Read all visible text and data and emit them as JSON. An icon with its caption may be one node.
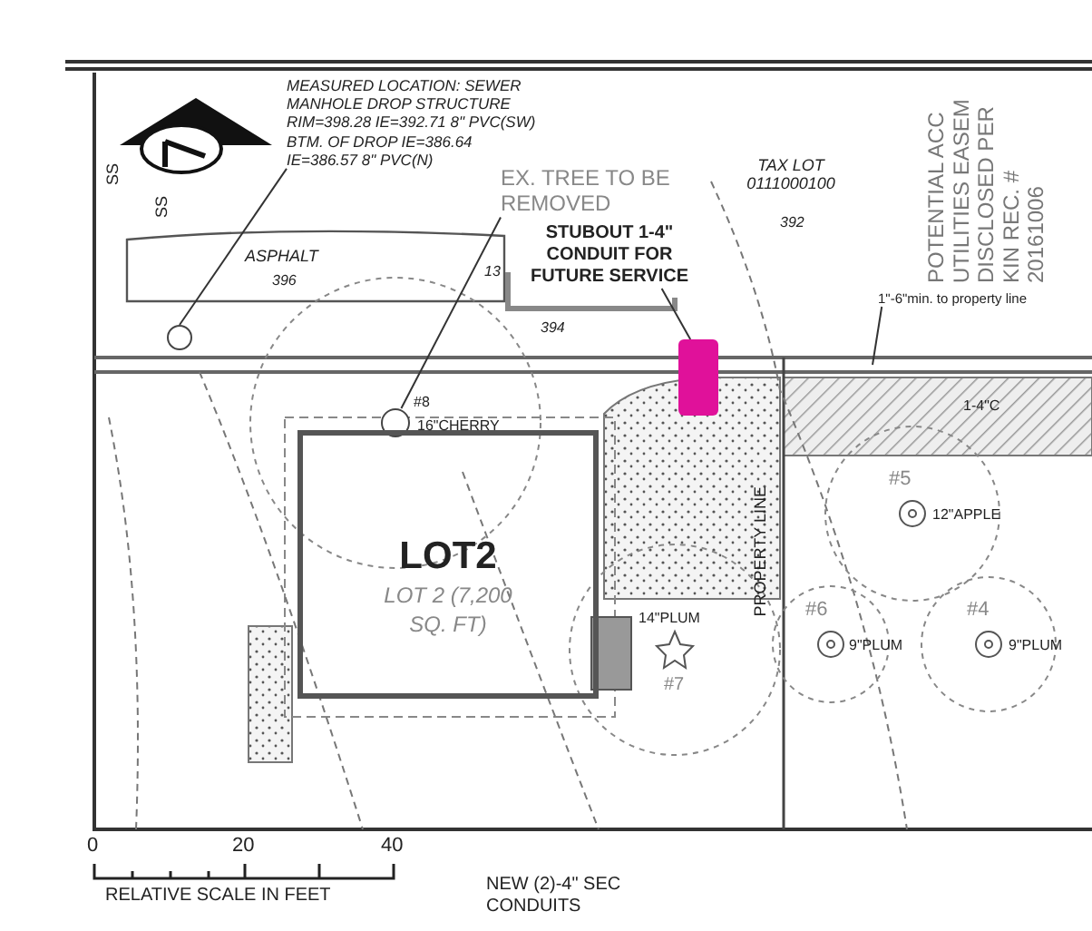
{
  "diagram": {
    "nodes": [
      {
        "text": [
          "MEASURED LOCATION: SEWER MANHOLE DROP STRUCTURE RIM=398.28 IE=392.71 8\" PVC(SW) BTM. OF DROP IE=386.64 IE=386.57 8\" PVC(N)"
        ]
      },
      {
        "text": [],
        "shape": "circle"
      },
      {
        "text": [
          "EX. TREE TO BE REMOVED"
        ]
      },
      {
        "text": [],
        "shape": "circle"
      },
      {
        "text": [
          "STUBOUT 1-4\" CONDUIT FOR FUTURE SERVICE"
        ]
      },
      {
        "text": [],
        "shape": "box"
      },
      {
        "text": [
          "1\"-6\"min. to property line"
        ]
      },
      {
        "text": [
          "LOT2",
          "LOT 2 (7,200 SQ. FT)"
        ]
      }
    ],
    "edges": [
      {
        "from": 0,
        "to": 1,
        "arrow": "none"
      },
      {
        "from": 2,
        "to": 3,
        "arrow": "none"
      },
      {
        "from": 4,
        "to": 5,
        "arrow": "none"
      },
      {
        "from": 6,
        "to": null,
        "arrow": "none"
      }
    ],
    "labels": [
      "SS",
      "SS",
      "ASPHALT",
      "396",
      "13",
      "394",
      "TAX LOT 0111000100",
      "392",
      "POTENTIAL ACC UTILITIES EASEM DISCLOSED PER KIN REC. # 20161006",
      "#8",
      "16\"CHERRY",
      "1-4\"C",
      "PROPERTY LINE",
      "#5",
      "12\"APPLE",
      "14\"PLUM",
      "#7",
      "#6",
      "9\"PLUM",
      "#4",
      "9\"PLUM",
      "0",
      "20",
      "40",
      "RELATIVE SCALE IN FEET",
      "NEW (2)-4\" SEC CONDUITS"
    ]
  }
}
